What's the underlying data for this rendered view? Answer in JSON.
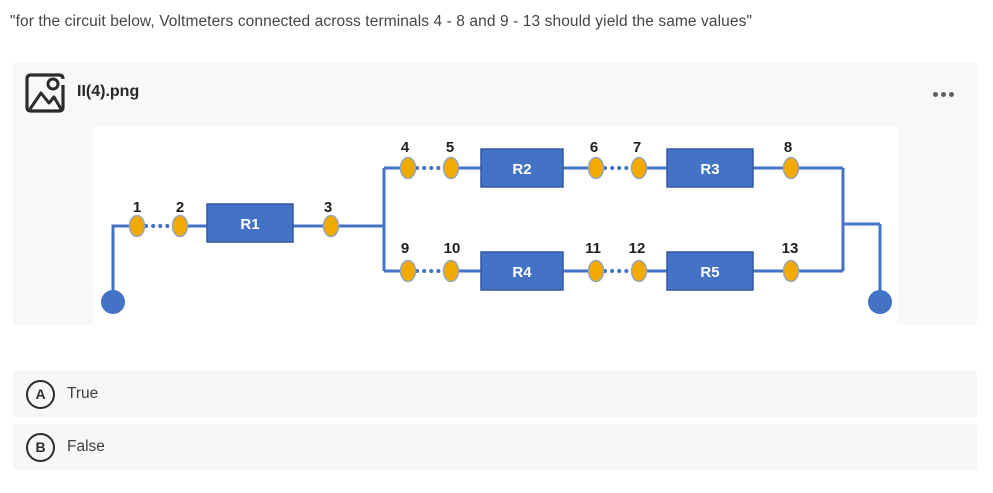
{
  "question": {
    "text": "\"for the circuit below, Voltmeters connected across terminals 4 - 8 and 9 - 13 should yield the same values\""
  },
  "attachment": {
    "filename": "II(4).png",
    "more_options_icon": "ellipsis-icon"
  },
  "circuit": {
    "terminal_labels": [
      "1",
      "2",
      "3",
      "4",
      "5",
      "6",
      "7",
      "8",
      "9",
      "10",
      "11",
      "12",
      "13"
    ],
    "resistor_labels": [
      "R1",
      "R2",
      "R3",
      "R4",
      "R5"
    ],
    "topology": "source - R1 - parallel[(R2+R3 via terminals 4-8), (R4+R5 via terminals 9-13)]"
  },
  "options": [
    {
      "letter": "A",
      "label": "True"
    },
    {
      "letter": "B",
      "label": "False"
    }
  ],
  "colors": {
    "wire_blue": "#4472C4",
    "resistor_fill": "#4472C4",
    "resistor_border": "#35599f",
    "terminal_fill": "#F2A900",
    "terminal_border": "#98a6bd",
    "node_fill": "#4472C4",
    "card_bg": "#f8f8f8",
    "row_bg": "#f7f7f7"
  }
}
